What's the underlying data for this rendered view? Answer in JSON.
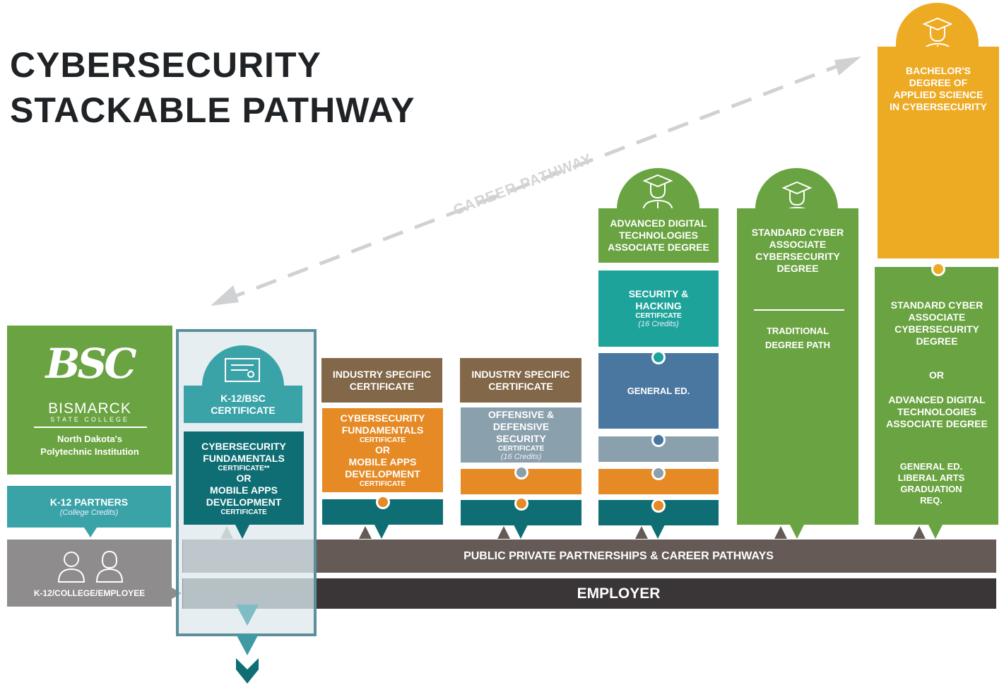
{
  "title": {
    "line1": "CYBERSECURITY",
    "line2": "STACKABLE PATHWAY"
  },
  "career_pathway": "CAREER PATHWAY",
  "bsc": {
    "name": "BISMARCK",
    "sub": "STATE COLLEGE",
    "tagline1": "North Dakota's",
    "tagline2": "Polytechnic Institution",
    "logo_text": "BSC"
  },
  "k12_partners": {
    "label": "K-12 PARTNERS",
    "note": "(College Credits)"
  },
  "k12_college_employee": "K-12/COLLEGE/EMPLOYEE",
  "col1": {
    "cap": "K-12/BSC\nCERTIFICATE",
    "body1": "CYBERSECURITY FUNDAMENTALS",
    "body1_cert": "CERTIFICATE**",
    "or": "OR",
    "body2": "MOBILE APPS DEVELOPMENT",
    "body2_cert": "CERTIFICATE"
  },
  "col2": {
    "header": "INDUSTRY SPECIFIC CERTIFICATE",
    "body1": "CYBERSECURITY FUNDAMENTALS",
    "body1_cert": "CERTIFICATE",
    "or": "OR",
    "body2": "MOBILE APPS DEVELOPMENT",
    "body2_cert": "CERTIFICATE"
  },
  "col3": {
    "header": "INDUSTRY SPECIFIC CERTIFICATE",
    "body": "OFFENSIVE & DEFENSIVE SECURITY",
    "cert": "CERTIFICATE",
    "credits": "(16 Credits)"
  },
  "col4": {
    "cap": "ADVANCED DIGITAL TECHNOLOGIES ASSOCIATE DEGREE",
    "sec": "SECURITY & HACKING",
    "cert": "CERTIFICATE",
    "credits": "(16 Credits)",
    "gen_ed": "GENERAL ED."
  },
  "col5": {
    "degree": "STANDARD CYBER ASSOCIATE CYBERSECURITY DEGREE",
    "path": "TRADITIONAL DEGREE PATH"
  },
  "col6": {
    "cap": "BACHELOR'S DEGREE OF APPLIED SCIENCE IN CYBERSECURITY",
    "deg1": "STANDARD CYBER ASSOCIATE CYBERSECURITY DEGREE",
    "or": "OR",
    "deg2": "ADVANCED DIGITAL TECHNOLOGIES ASSOCIATE DEGREE",
    "gen_ed": "GENERAL ED. LIBERAL ARTS GRADUATION REQ."
  },
  "bars": {
    "partnerships": "PUBLIC PRIVATE PARTNERSHIPS & CAREER PATHWAYS",
    "employer": "EMPLOYER"
  },
  "colors": {
    "green": "#6aa341",
    "teal": "#3aa3a8",
    "dark_teal": "#0e6e74",
    "orange": "#e58a25",
    "brown": "#826749",
    "slate": "#8aa0ac",
    "blue": "#4a77a0",
    "gold": "#edaa23",
    "gray": "#8e8c8d",
    "taupe": "#655a55",
    "charcoal": "#3a3537"
  }
}
